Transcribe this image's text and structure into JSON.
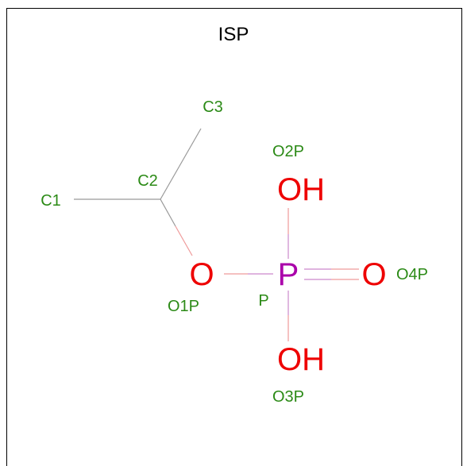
{
  "title": "ISP",
  "colors": {
    "carbon_bond": "#999999",
    "oxygen": "#ee0000",
    "phosphorus": "#aa00aa",
    "label": "#2b8a16",
    "bond_o": "#ef9a9a",
    "bond_p": "#cc88cc"
  },
  "atoms": {
    "o1": "O",
    "p": "P",
    "oh_top": "OH",
    "oh_bottom": "OH",
    "o4": "O"
  },
  "labels": {
    "c1": "C1",
    "c2": "C2",
    "c3": "C3",
    "o1p": "O1P",
    "p": "P",
    "o2p": "O2P",
    "o3p": "O3P",
    "o4p": "O4P"
  }
}
